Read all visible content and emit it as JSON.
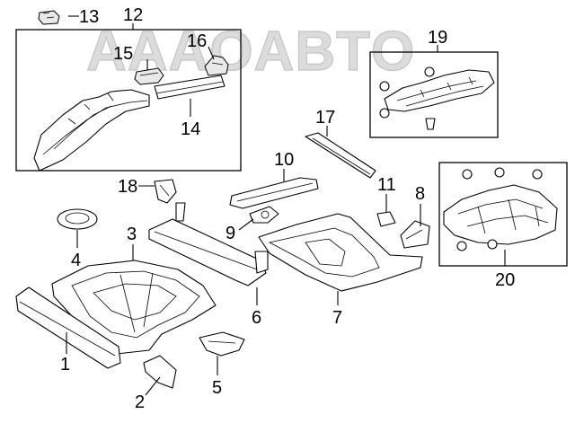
{
  "watermark": "AAAOABТO",
  "callouts": [
    {
      "id": "c1",
      "text": "1"
    },
    {
      "id": "c2",
      "text": "2"
    },
    {
      "id": "c3",
      "text": "3"
    },
    {
      "id": "c4",
      "text": "4"
    },
    {
      "id": "c5",
      "text": "5"
    },
    {
      "id": "c6",
      "text": "6"
    },
    {
      "id": "c7",
      "text": "7"
    },
    {
      "id": "c8",
      "text": "8"
    },
    {
      "id": "c9",
      "text": "9"
    },
    {
      "id": "c10",
      "text": "10"
    },
    {
      "id": "c11",
      "text": "11"
    },
    {
      "id": "c12",
      "text": "12"
    },
    {
      "id": "c13",
      "text": "13"
    },
    {
      "id": "c14",
      "text": "14"
    },
    {
      "id": "c15",
      "text": "15"
    },
    {
      "id": "c16",
      "text": "16"
    },
    {
      "id": "c17",
      "text": "17"
    },
    {
      "id": "c18",
      "text": "18"
    },
    {
      "id": "c19",
      "text": "19"
    },
    {
      "id": "c20",
      "text": "20"
    }
  ]
}
